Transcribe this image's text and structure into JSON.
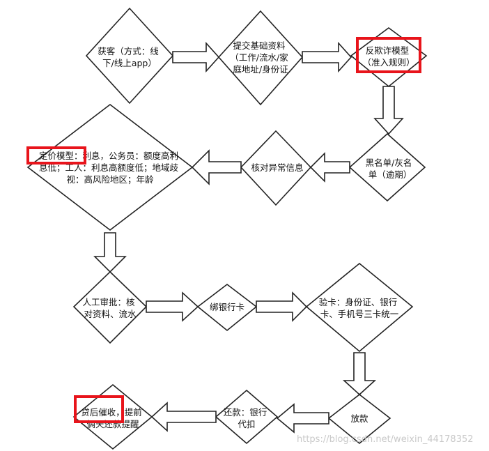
{
  "diagram": {
    "nodes": [
      {
        "id": "acquire",
        "lines": [
          "获客（方式：线",
          "下/线上app）"
        ]
      },
      {
        "id": "submit-info",
        "lines": [
          "提交基础资料",
          "（工作/流水/家",
          "庭地址/身份证"
        ]
      },
      {
        "id": "anti-fraud",
        "lines": [
          "反欺诈模型",
          "（准入规则）"
        ]
      },
      {
        "id": "blacklist",
        "lines": [
          "黑名单/灰名",
          "单（逾期）"
        ]
      },
      {
        "id": "verify-anomaly",
        "lines": [
          "核对异常信息"
        ]
      },
      {
        "id": "pricing-model",
        "lines": [
          "定价模型：利息，公务员：额度高利",
          "息低；工人：利息高额度低；地域歧",
          "视：高风险地区；年龄"
        ]
      },
      {
        "id": "manual-review",
        "lines": [
          "人工审批：核",
          "对资料、流水"
        ]
      },
      {
        "id": "bind-card",
        "lines": [
          "绑银行卡"
        ]
      },
      {
        "id": "card-check",
        "lines": [
          "验卡：身份证、银行",
          "卡、手机号三卡统一"
        ]
      },
      {
        "id": "disburse",
        "lines": [
          "放款"
        ]
      },
      {
        "id": "repay",
        "lines": [
          "还款：银行",
          "代扣"
        ]
      },
      {
        "id": "collection",
        "lines": [
          "贷后催收，提前",
          "俩天还款提醒"
        ]
      }
    ],
    "highlight_color": "#e8141b",
    "watermark": "https://blog.csdn.net/weixin_44178352"
  }
}
